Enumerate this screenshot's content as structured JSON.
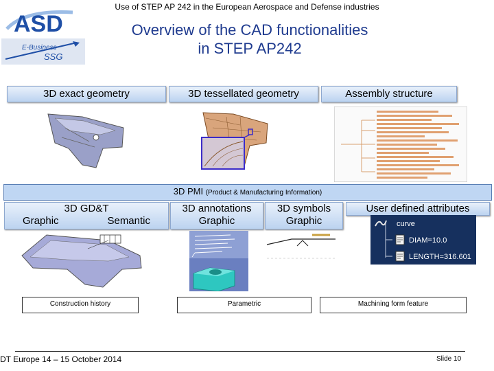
{
  "header": {
    "top_line": "Use of STEP AP 242 in the European Aerospace and Defense industries",
    "title_line1": "Overview of the CAD functionalities",
    "title_line2": "in STEP AP242"
  },
  "logos": {
    "asd": "ASD",
    "ssg_line1": "E-Business",
    "ssg_line2": "SSG"
  },
  "labels": {
    "exact": "3D exact geometry",
    "tessellated": "3D tessellated geometry",
    "assembly": "Assembly structure",
    "pmi_main": "3D PMI",
    "pmi_sub": "(Product & Manufacturing Information)",
    "gdt": "3D GD&T",
    "gdt_graphic": "Graphic",
    "gdt_semantic": "Semantic",
    "annotations": "3D annotations",
    "annotations_graphic": "Graphic",
    "symbols": "3D symbols",
    "symbols_graphic": "Graphic",
    "user_attr": "User defined attributes"
  },
  "attributes_tree": {
    "root": "curve",
    "item1": "DIAM=10.0",
    "item2": "LENGTH=316.601"
  },
  "captions": {
    "construction": "Construction history",
    "parametric": "Parametric",
    "machining": "Machining form feature"
  },
  "footer": {
    "left": "DT Europe 14 – 15 October 2014",
    "right": "Slide 10"
  },
  "colors": {
    "title": "#1f3b8f",
    "label_bg": "#bcd3f0",
    "pmi_bar": "#bfd6f3"
  }
}
